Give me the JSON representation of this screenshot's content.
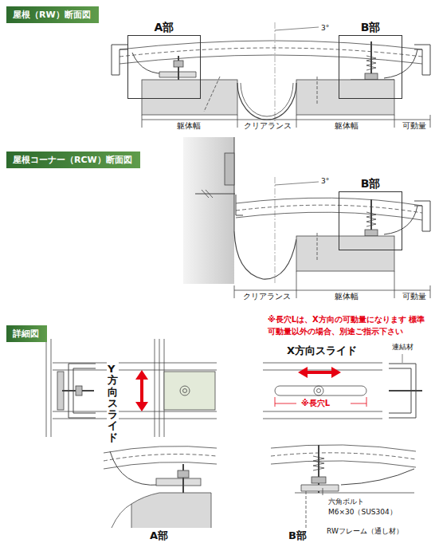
{
  "diagram": {
    "nodes": [
      {
        "text": [
          "屋根（RW）断面図"
        ]
      },
      {
        "text": [
          "A部"
        ]
      },
      {
        "text": [
          "B部"
        ]
      },
      {
        "text": [
          "屋根コーナー（RCW）断面図"
        ]
      },
      {
        "text": [
          "B部"
        ]
      },
      {
        "text": [
          "詳細図"
        ]
      }
    ],
    "labels": [
      "3°",
      "躯体幅",
      "クリアランス",
      "躯体幅",
      "可動量",
      "3°",
      "クリアランス",
      "躯体幅",
      "可動量",
      "※長穴Lは、X方向の可動量になります 標準可動量以外の場合、別途ご指示下さい",
      "Y方向スライド",
      "X方向スライド",
      "連結材",
      "※長穴L",
      "六角ボルト",
      "M6×30（SUS304）",
      "RWフレーム（通し材）",
      "A部",
      "B部"
    ]
  }
}
